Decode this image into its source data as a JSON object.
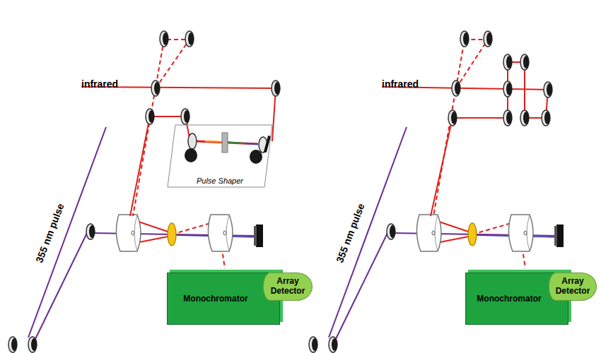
{
  "diagram": {
    "nodes": [
      {
        "text": [
          "Pulse Shaper"
        ]
      },
      {
        "text": [
          "Monochromator"
        ]
      },
      {
        "text": [
          "Array Detector"
        ]
      },
      {
        "text": [
          "Monochromator"
        ]
      },
      {
        "text": [
          "Array Detector"
        ]
      }
    ],
    "labels": [
      "infrared",
      "355 nm pulse",
      "infrared",
      "355 nm pulse"
    ]
  }
}
